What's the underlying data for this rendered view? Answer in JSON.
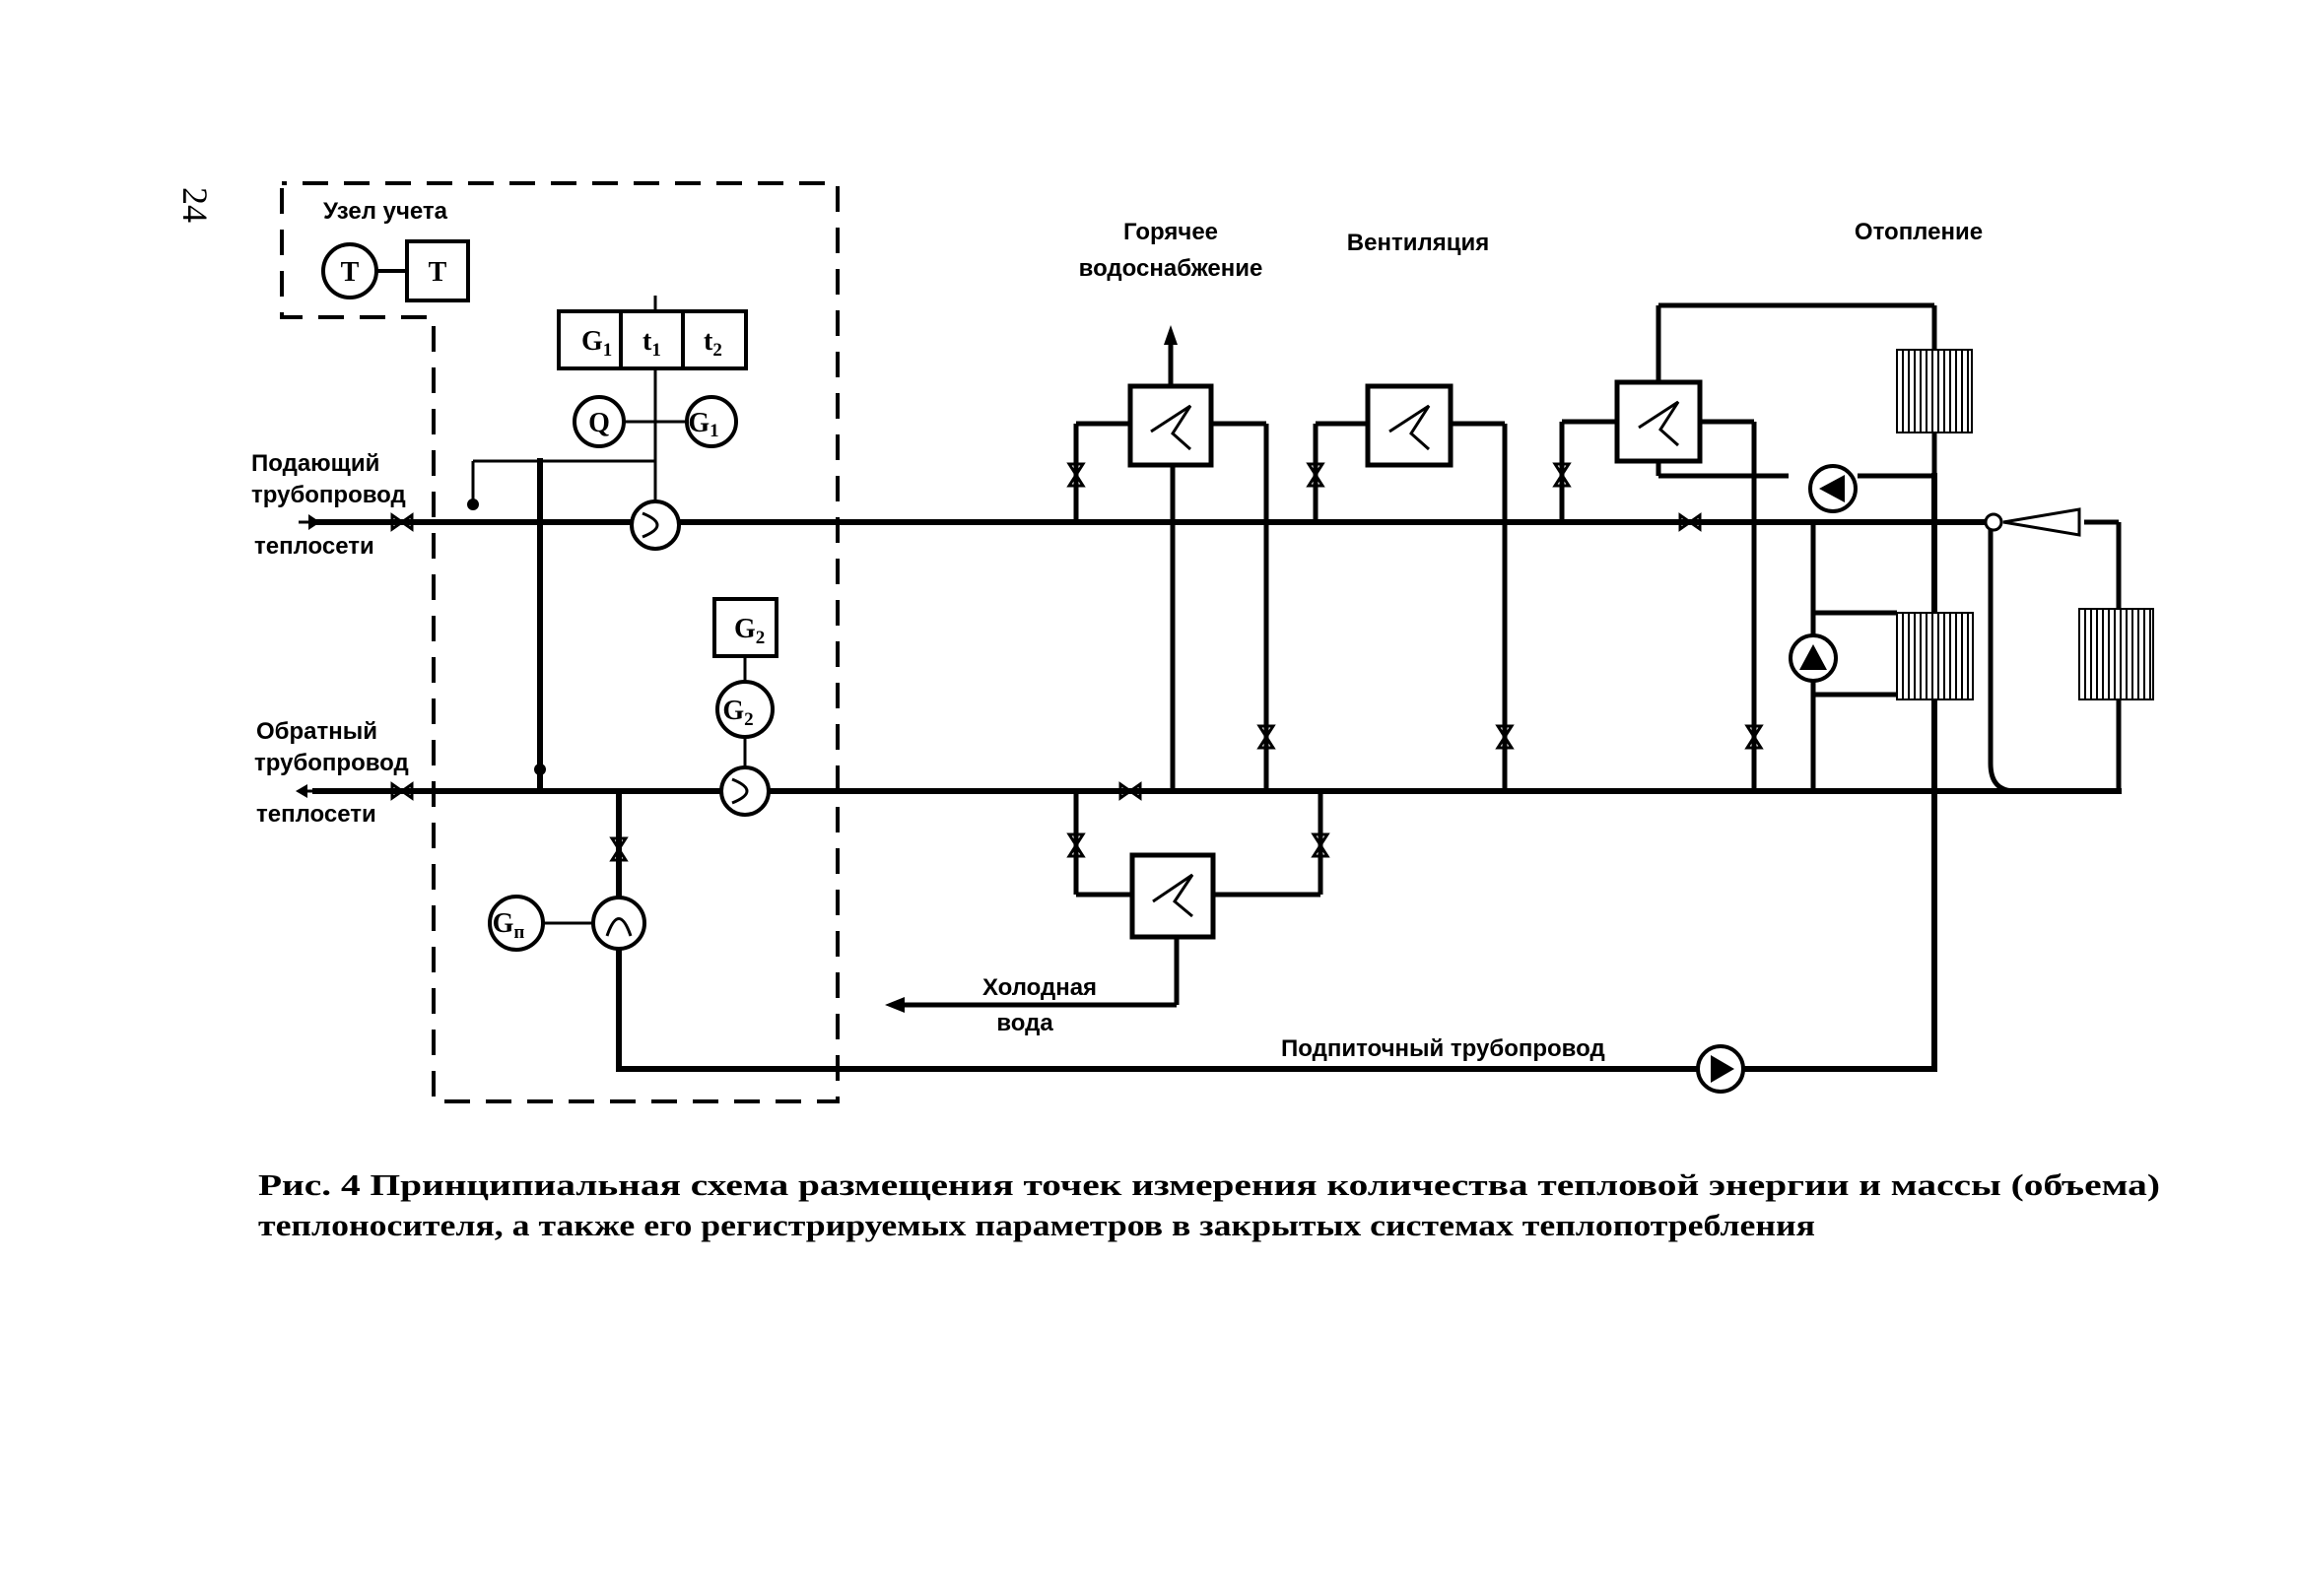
{
  "page_number": "24",
  "metering_unit": {
    "title": "Узел учета",
    "left_symbol": "T",
    "right_symbol": "T"
  },
  "instruments": {
    "supply_box": [
      {
        "main": "G",
        "sub": "1"
      },
      {
        "main": "t",
        "sub": "1"
      },
      {
        "main": "t",
        "sub": "2"
      }
    ],
    "supply_heat": {
      "main": "Q",
      "sub": ""
    },
    "supply_flow": {
      "main": "G",
      "sub": "1"
    },
    "return_box": {
      "main": "G",
      "sub": "2"
    },
    "return_flow": {
      "main": "G",
      "sub": "2"
    },
    "makeup_flow": {
      "main": "G",
      "sub": "п"
    }
  },
  "labels": {
    "supply_line": [
      "Подающий",
      "трубопровод",
      "теплосети"
    ],
    "return_line": [
      "Обратный",
      "трубопровод",
      "теплосети"
    ],
    "hot_water": [
      "Горячее",
      "водоснабжение"
    ],
    "ventilation": "Вентиляция",
    "heating": "Отопление",
    "cold_water": [
      "Холодная",
      "вода"
    ],
    "makeup_line": "Подпиточный трубопровод"
  },
  "caption": [
    "Рис. 4 Принципиальная схема размещения точек измерения количества тепловой энергии и массы (объема)",
    "теплоносителя, а также его регистрируемых параметров в закрытых системах теплопотребления"
  ]
}
